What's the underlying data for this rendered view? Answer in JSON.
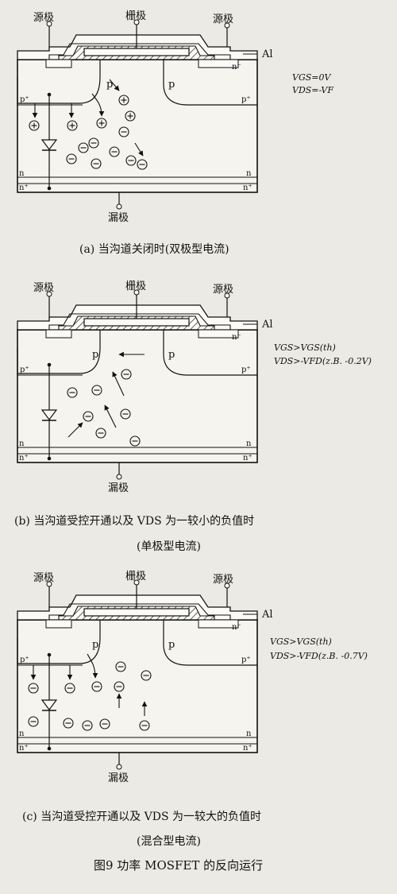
{
  "labels": {
    "source": "源极",
    "gate": "栅极",
    "drain": "漏极",
    "al": "Al",
    "p": "p",
    "pplus": "p⁺",
    "nminus": "n⁻",
    "nplus": "n⁺",
    "n": "n"
  },
  "panels": [
    {
      "param1": "VGS=0V",
      "param2": "VDS=-VF",
      "caption": "(a)  当沟道关闭时(双极型电流)",
      "caption2": ""
    },
    {
      "param1": "VGS>VGS(th)",
      "param2": "VDS>-VFD(z.B. -0.2V)",
      "caption": "(b)  当沟道受控开通以及 VDS 为一较小的负值时",
      "caption2": "(单极型电流)"
    },
    {
      "param1": "VGS>VGS(th)",
      "param2": "VDS>-VFD(z.B. -0.7V)",
      "caption": "(c)  当沟道受控开通以及 VDS 为一较大的负值时",
      "caption2": "(混合型电流)"
    }
  ],
  "figure_title": "图9   功率 MOSFET 的反向运行"
}
